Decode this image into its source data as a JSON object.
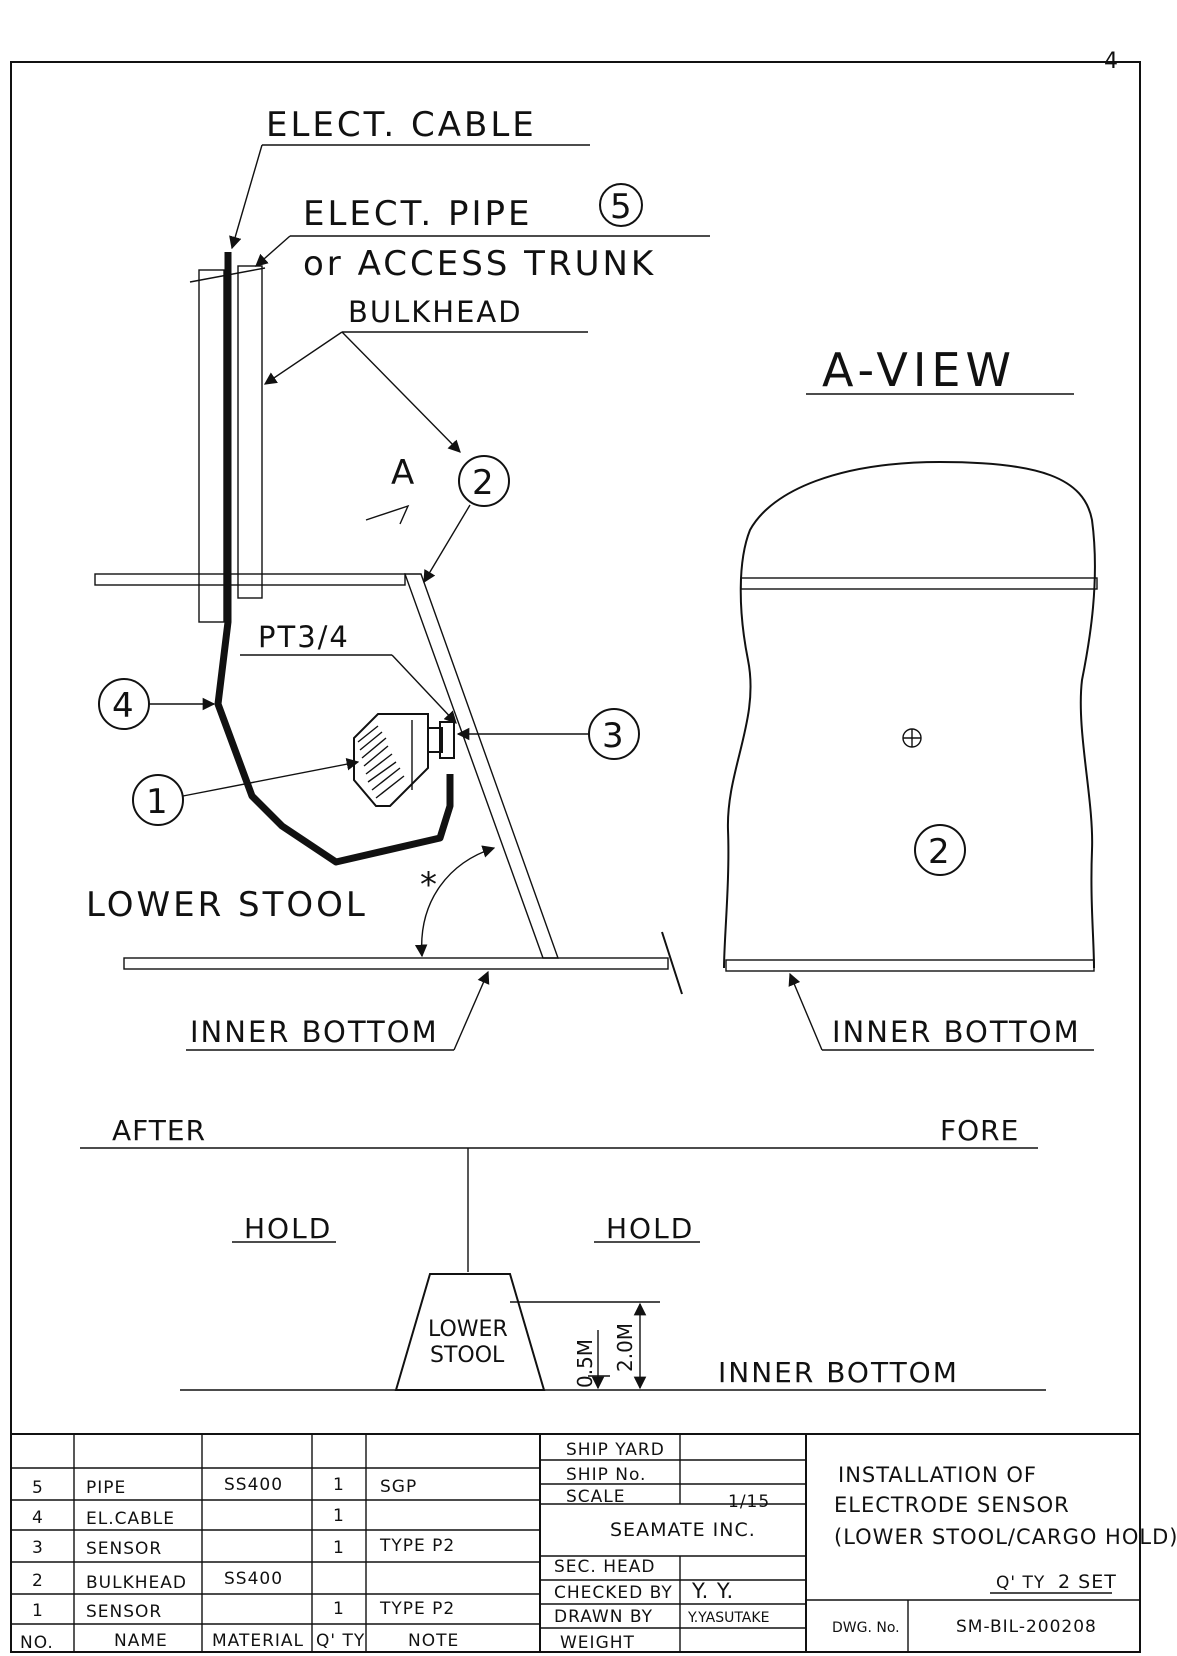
{
  "page_number": "4",
  "labels": {
    "elect_cable": "ELECT. CABLE",
    "elect_pipe": "ELECT. PIPE",
    "elect_pipe_ref": "5",
    "access_trunk": "or ACCESS TRUNK",
    "bulkhead": "BULKHEAD",
    "a_view": "A-VIEW",
    "view_marker": "A",
    "thread": "PT3/4",
    "lower_stool": "LOWER STOOL",
    "inner_bottom": "INNER BOTTOM",
    "inner_bottom_view": "INNER BOTTOM",
    "angle_mark": "*",
    "after": "AFTER",
    "fore": "FORE",
    "hold_left": "HOLD",
    "hold_right": "HOLD",
    "stool_line1": "LOWER",
    "stool_line2": "STOOL",
    "dim_small": "0.5M",
    "dim_large": "2.0M",
    "inner_bottom_section": "INNER BOTTOM"
  },
  "callouts": {
    "c1": "1",
    "c2a": "2",
    "c2b": "2",
    "c3": "3",
    "c4": "4"
  },
  "parts_table": {
    "headers": {
      "no": "NO.",
      "name": "NAME",
      "material": "MATERIAL",
      "qty": "Q' TY",
      "note": "NOTE"
    },
    "rows": [
      {
        "no": "5",
        "name": "PIPE",
        "material": "SS400",
        "qty": "1",
        "note": "SGP"
      },
      {
        "no": "4",
        "name": "EL.CABLE",
        "material": "",
        "qty": "1",
        "note": ""
      },
      {
        "no": "3",
        "name": "SENSOR",
        "material": "",
        "qty": "1",
        "note": "TYPE P2"
      },
      {
        "no": "2",
        "name": "BULKHEAD",
        "material": "SS400",
        "qty": "",
        "note": ""
      },
      {
        "no": "1",
        "name": "SENSOR",
        "material": "",
        "qty": "1",
        "note": "TYPE P2"
      }
    ]
  },
  "info_block": {
    "ship_yard": "SHIP YARD",
    "ship_no": "SHIP No.",
    "scale": "SCALE",
    "scale_value": "1/15",
    "company": "SEAMATE INC.",
    "sec_head": "SEC. HEAD",
    "checked_by": "CHECKED BY",
    "checked_value": "Y. Y.",
    "drawn_by": "DRAWN BY",
    "drawn_value": "Y.YASUTAKE",
    "weight": "WEIGHT"
  },
  "title_block": {
    "title_line1": "INSTALLATION OF",
    "title_line2": "ELECTRODE SENSOR",
    "title_line3": "(LOWER STOOL/CARGO HOLD)",
    "qty_label": "Q' TY",
    "qty_value": "2 SET",
    "dwg_label": "DWG. No.",
    "dwg_value": "SM-BIL-200208"
  }
}
